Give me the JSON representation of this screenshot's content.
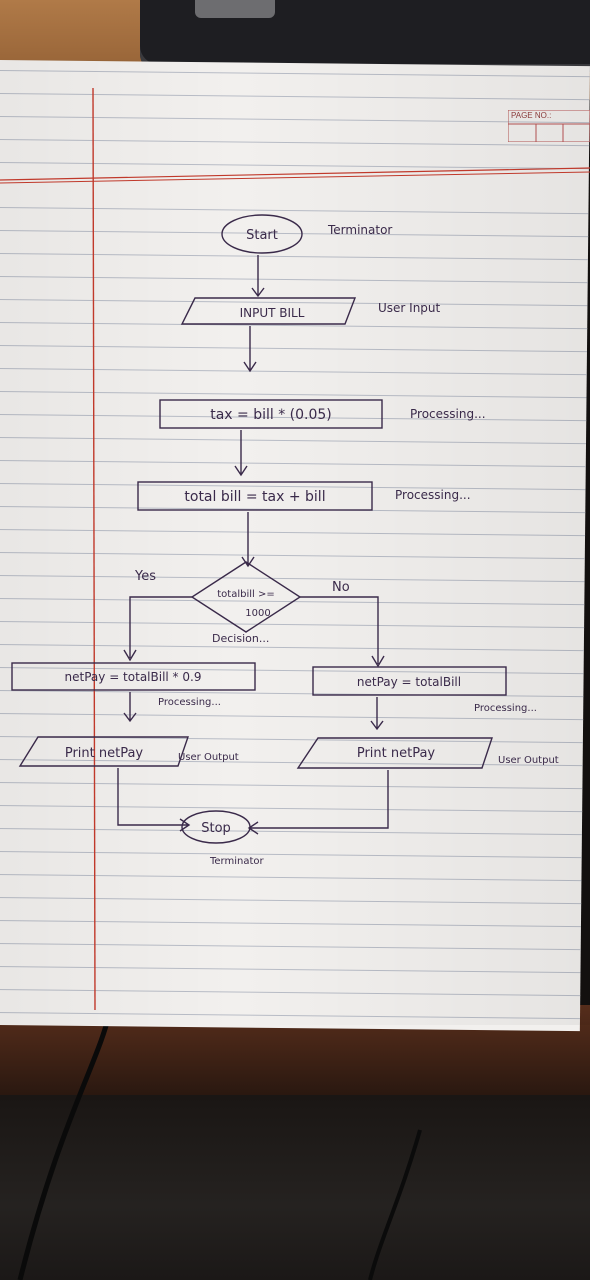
{
  "page": {
    "page_no_label": "PAGE NO.:"
  },
  "nodes": {
    "start": {
      "text": "Start",
      "annotation": "Terminator"
    },
    "input_bill": {
      "text": "INPUT  BILL",
      "annotation": "User Input"
    },
    "tax": {
      "text": "tax  =  bill * (0.05)",
      "annotation": "Processing..."
    },
    "total_bill": {
      "text": "total bill  =  tax + bill",
      "annotation": "Processing..."
    },
    "decision": {
      "line1": "totalbill >=",
      "line2": "1000",
      "annotation": "Decision..."
    },
    "yes_label": "Yes",
    "no_label": "No",
    "netpay_yes": {
      "text": "netPay  =  totalBill * 0.9",
      "annotation": "Processing..."
    },
    "netpay_no": {
      "text": "netPay = totalBill",
      "annotation": "Processing..."
    },
    "print_yes": {
      "text": "Print  netPay",
      "annotation": "User Output"
    },
    "print_no": {
      "text": "Print  netPay",
      "annotation": "User Output"
    },
    "stop": {
      "text": "Stop",
      "annotation": "Terminator"
    }
  },
  "colors": {
    "ink": "#3a2a4a",
    "margin_line": "#c0392b",
    "rule_line": "#b8bcc6",
    "paper": "#f2f0ee"
  }
}
